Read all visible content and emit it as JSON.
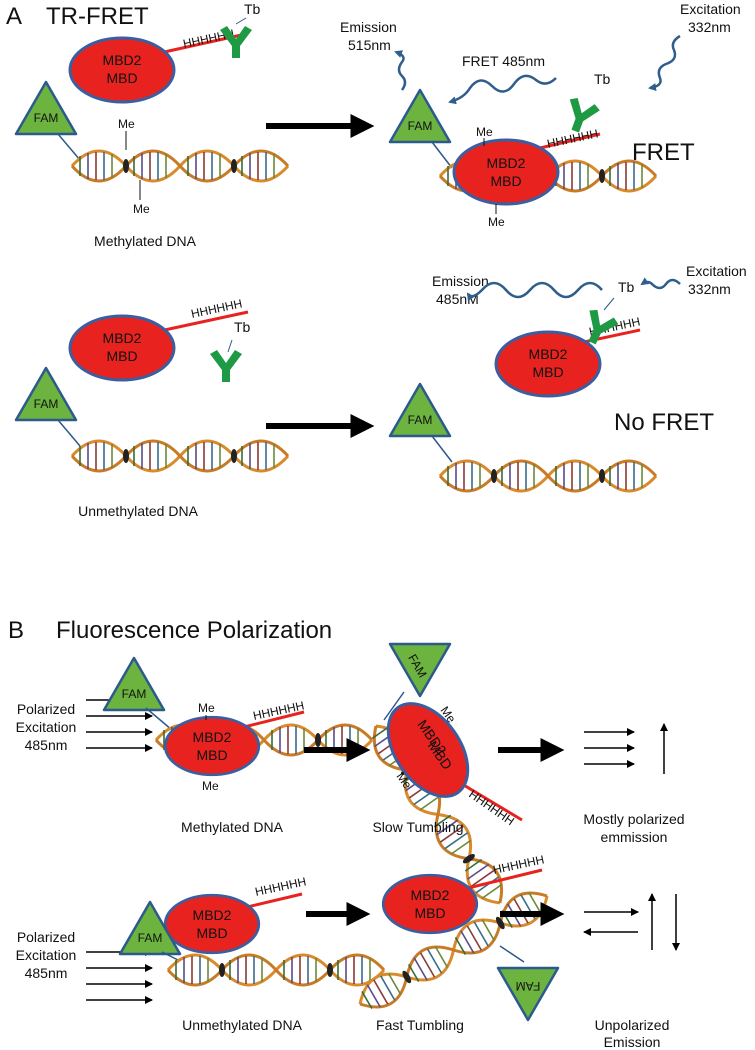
{
  "panel_a": {
    "letter": "A",
    "title": "TR-FRET",
    "protein_line1": "MBD2",
    "protein_line2": "MBD",
    "his_tag": "HHHHHH",
    "terbium": "Tb",
    "fam": "FAM",
    "methyl": "Me",
    "methylated_dna": "Methylated DNA",
    "unmethylated_dna": "Unmethylated DNA",
    "emission_top_line1": "Emission",
    "emission_top_line2": "515nm",
    "fret_485": "FRET 485nm",
    "excitation_line1": "Excitation",
    "excitation_line2": "332nm",
    "fret_result": "FRET",
    "emission_bottom_line1": "Emission",
    "emission_bottom_line2": "485nM",
    "no_fret_result": "No FRET"
  },
  "panel_b": {
    "letter": "B",
    "title": "Fluorescence Polarization",
    "polarized_line1": "Polarized",
    "polarized_line2": "Excitation",
    "polarized_line3": "485nm",
    "methylated_dna": "Methylated DNA",
    "slow_tumbling": "Slow Tumbling",
    "mostly_polarized_line1": "Mostly polarized",
    "mostly_polarized_line2": "emmission",
    "unmethylated_dna": "Unmethylated DNA",
    "fast_tumbling": "Fast Tumbling",
    "unpolarized_line1": "Unpolarized",
    "unpolarized_line2": "Emission"
  },
  "colors": {
    "protein_fill": "#e8231f",
    "protein_stroke": "#3b5ea0",
    "fam_fill": "#6cb33f",
    "fam_stroke": "#2d5a8c",
    "his_tag_line": "#e8231f",
    "antibody": "#1e9a45",
    "dna_backbone": "#d98a2a",
    "wave": "#2f5d8c"
  }
}
